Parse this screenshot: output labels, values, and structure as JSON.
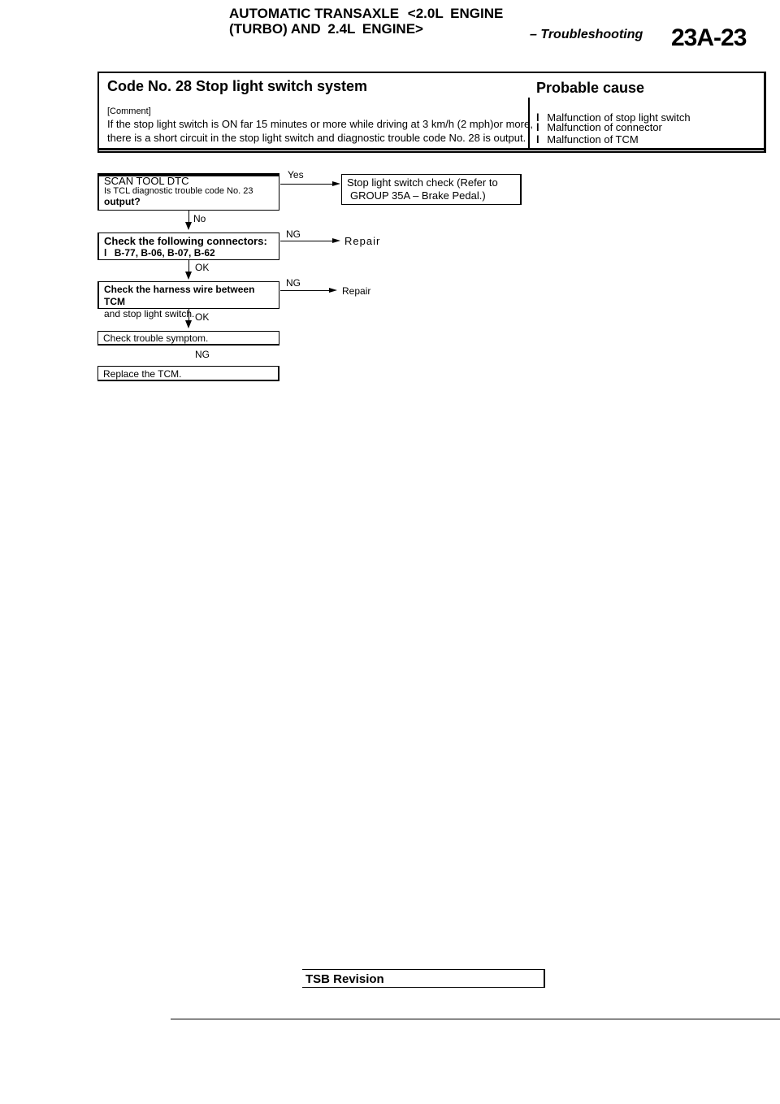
{
  "header": {
    "line1_a": "AUTOMATIC TRANSAXLE",
    "line1_b": "<2.0L",
    "line1_c": "ENGINE",
    "line2_a": "(TURBO) AND",
    "line2_b": "2.4L",
    "line2_c": "ENGINE>",
    "section": "– Troubleshooting",
    "page_code": "23A-23"
  },
  "code_section": {
    "title": "Code No. 28 Stop light switch system",
    "probable_cause_title": "Probable cause",
    "comment_label": "[Comment]",
    "comment_line1": "If the stop light switch is ON far 15 minutes or more while driving at 3 km/h (2 mph)or more,",
    "comment_line2": "there is a short circuit in the stop light switch and diagnostic trouble code No. 28 is output.",
    "causes": [
      "Malfunction of stop light switch",
      "Malfunction of connector",
      "Malfunction of TCM"
    ],
    "bullet": "l"
  },
  "flowchart": {
    "step1_line1": "SCAN TOOL DTC",
    "step1_line2": "Is TCL diagnostic trouble code No. 23",
    "step1_line3": "output?",
    "yes_label": "Yes",
    "yes_result_line1": "Stop light switch check (Refer to",
    "yes_result_line2": "GROUP 35A – Brake Pedal.)",
    "no_label": "No",
    "step2_line1": "Check the following connectors:",
    "step2_line2": "B-77, B-06, B-07, B-62",
    "step2_bullet": "l",
    "ng_label_1": "NG",
    "repair_1": "Repair",
    "ok_label_1": "OK",
    "step3_line1": "Check the harness wire between TCM",
    "step3_line2": "and stop light switch.",
    "ng_label_2": "NG",
    "repair_2": "Repair",
    "ok_label_2": "OK",
    "step4": "Check trouble symptom.",
    "ng_label_3": "NG",
    "step5": "Replace the TCM."
  },
  "footer": {
    "tsb": "TSB Revision"
  }
}
